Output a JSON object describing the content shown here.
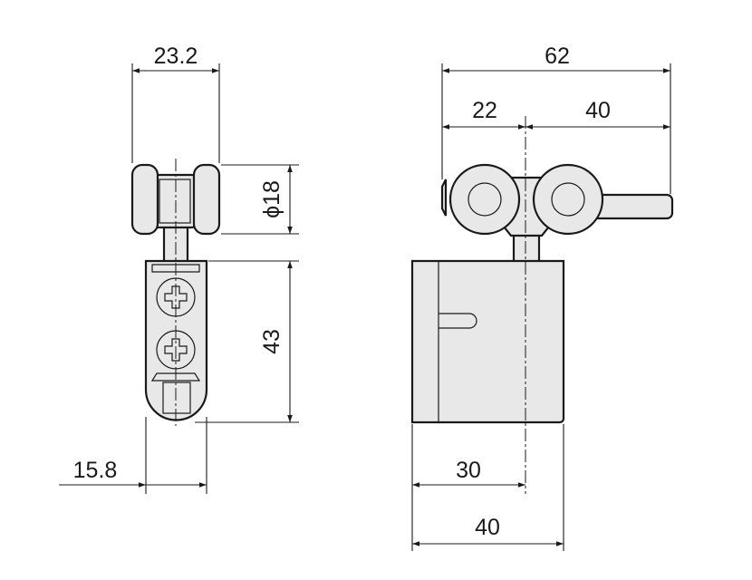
{
  "side_view": {
    "width_label": "23.2",
    "wheel_diameter_label": "ϕ18",
    "plate_height_label": "43",
    "plate_width_label": "15.8"
  },
  "front_view": {
    "overall_width_label": "62",
    "left_offset_label": "22",
    "right_offset_label": "40",
    "center_offset_label": "30",
    "block_width_label": "40"
  }
}
